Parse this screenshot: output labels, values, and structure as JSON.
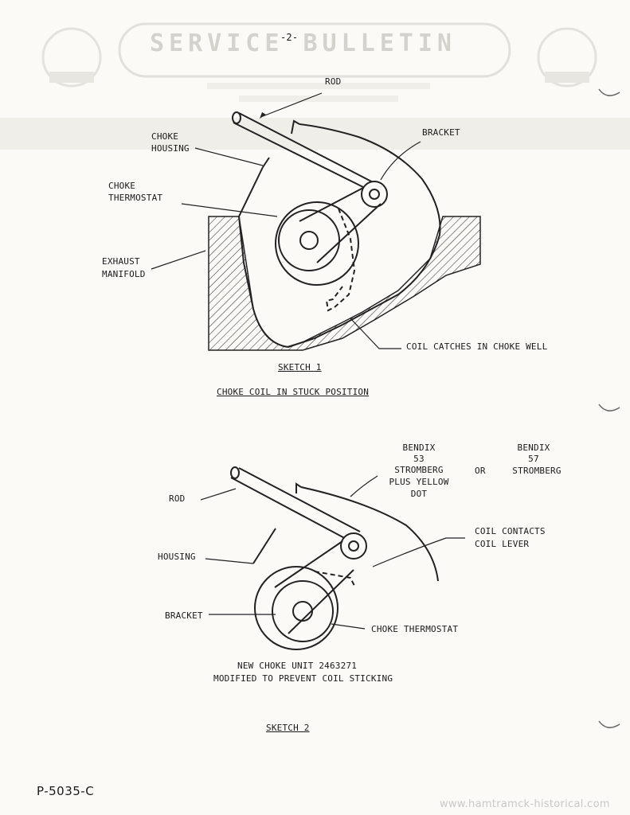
{
  "header": {
    "page_number": "-2-",
    "bulletin_title": "SERVICE BULLETIN"
  },
  "sketch1": {
    "labels": {
      "rod": "ROD",
      "bracket": "BRACKET",
      "choke_housing_1": "CHOKE",
      "choke_housing_2": "HOUSING",
      "choke_thermostat_1": "CHOKE",
      "choke_thermostat_2": "THERMOSTAT",
      "exhaust_manifold_1": "EXHAUST",
      "exhaust_manifold_2": "MANIFOLD",
      "coil_catches": "COIL CATCHES IN CHOKE WELL"
    },
    "caption": "SKETCH 1",
    "subtitle": "CHOKE COIL IN STUCK POSITION"
  },
  "sketch2": {
    "labels": {
      "bendix_53_1": "BENDIX",
      "bendix_53_2": "53",
      "bendix_53_3": "STROMBERG",
      "bendix_53_4": "PLUS YELLOW",
      "bendix_53_5": "DOT",
      "or": "OR",
      "bendix_57_1": "BENDIX",
      "bendix_57_2": "57",
      "bendix_57_3": "STROMBERG",
      "rod": "ROD",
      "housing": "HOUSING",
      "coil_contacts_1": "COIL CONTACTS",
      "coil_contacts_2": "COIL LEVER",
      "bracket": "BRACKET",
      "choke_thermostat": "CHOKE THERMOSTAT"
    },
    "note_line1": "NEW CHOKE UNIT 2463271",
    "note_line2": "MODIFIED TO PREVENT COIL STICKING",
    "caption": "SKETCH 2"
  },
  "footer": {
    "form_number": "P-5035-C",
    "watermark": "www.hamtramck-historical.com"
  }
}
